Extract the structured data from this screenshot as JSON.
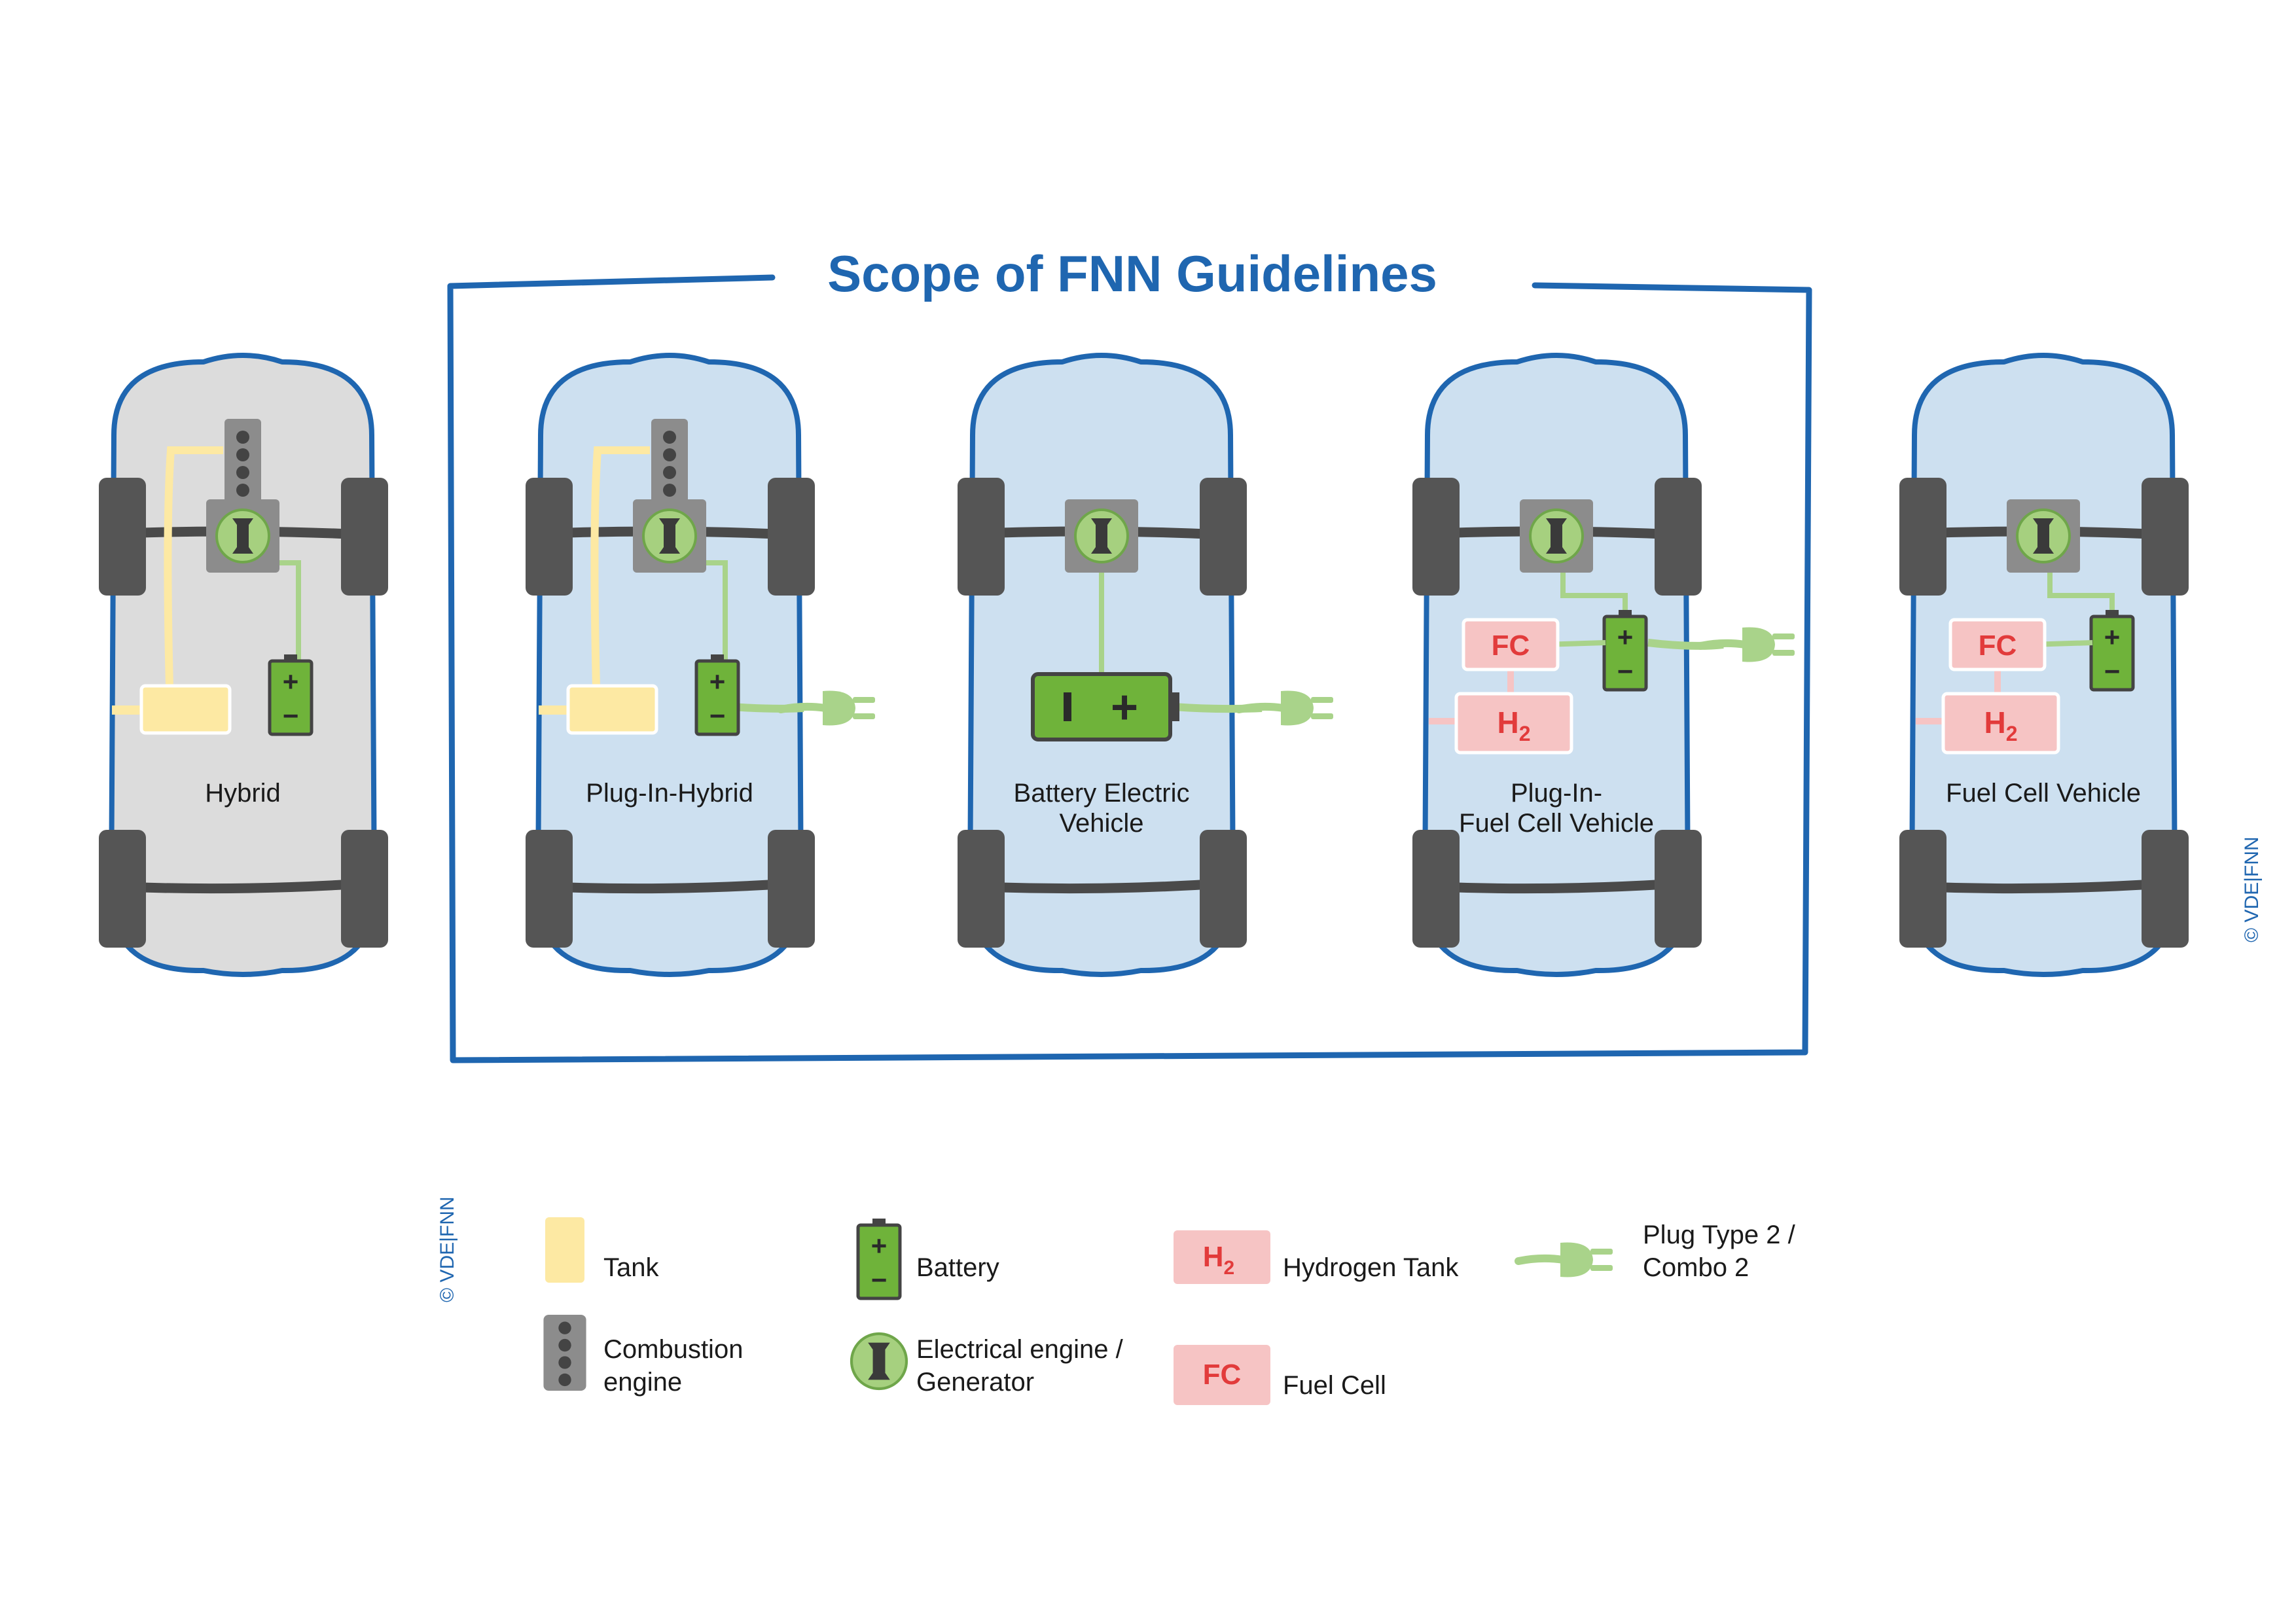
{
  "title": "Scope of FNN Guidelines",
  "copyright": "© VDE|FNN",
  "vehicles": [
    {
      "label_lines": [
        "Hybrid"
      ],
      "body": "gray",
      "engine": true,
      "tank": true,
      "battery": "small",
      "plug": false,
      "fuel_cell": false,
      "in_scope": false
    },
    {
      "label_lines": [
        "Plug-In-Hybrid"
      ],
      "body": "blue",
      "engine": true,
      "tank": true,
      "battery": "small",
      "plug": true,
      "fuel_cell": false,
      "in_scope": true
    },
    {
      "label_lines": [
        "Battery Electric",
        "Vehicle"
      ],
      "body": "blue",
      "engine": false,
      "tank": false,
      "battery": "large",
      "plug": true,
      "fuel_cell": false,
      "in_scope": true
    },
    {
      "label_lines": [
        "Plug-In-",
        "Fuel Cell Vehicle"
      ],
      "body": "blue",
      "engine": false,
      "tank": false,
      "battery": "small",
      "plug": true,
      "fuel_cell": true,
      "in_scope": true
    },
    {
      "label_lines": [
        "Fuel Cell Vehicle"
      ],
      "body": "blue",
      "engine": false,
      "tank": false,
      "battery": "small",
      "plug": false,
      "fuel_cell": true,
      "in_scope": false
    }
  ],
  "symbols": {
    "battery_plus": "+",
    "battery_minus": "−",
    "hydrogen_main": "H",
    "hydrogen_sub": "2",
    "fuel_cell": "FC"
  },
  "legend": {
    "tank": "Tank",
    "combustion": [
      "Combustion",
      "engine"
    ],
    "battery": "Battery",
    "motor": [
      "Electrical engine /",
      "Generator"
    ],
    "hydrogen": "Hydrogen Tank",
    "fuel_cell": "Fuel Cell",
    "plug": [
      "Plug Type 2 /",
      "Combo 2"
    ]
  },
  "colors": {
    "outline_blue": "#1f66b0",
    "car_blue": "#cde0f0",
    "car_gray": "#dcdcdc",
    "tire": "#555555",
    "engine_gray": "#8c8c8c",
    "battery_green": "#6fb33a",
    "plug_green": "#a9d38a",
    "tank_yellow": "#fde9a3",
    "h2_pink": "#f6c4c4",
    "text_red": "#e23b3b"
  }
}
